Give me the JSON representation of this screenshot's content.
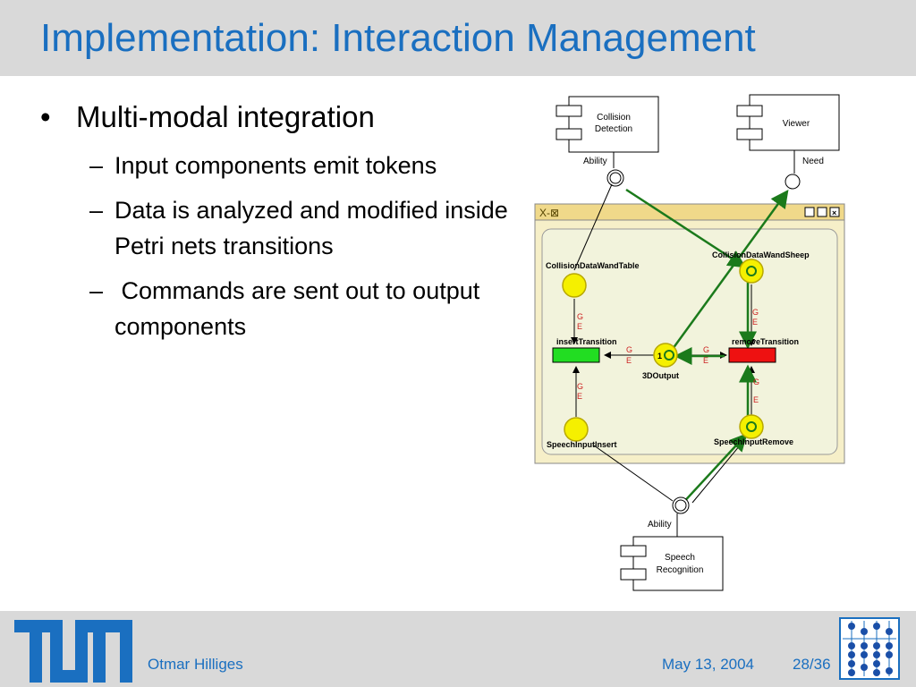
{
  "slide": {
    "title": "Implementation: Interaction Management",
    "bullet": "Multi-modal integration",
    "subbullets": [
      "Input components emit tokens",
      "Data is analyzed and modified inside Petri nets transitions",
      " Commands are sent out to output components"
    ],
    "dash": "–",
    "dot": "•"
  },
  "diagram": {
    "components": {
      "collision": [
        "Collision",
        "Detection"
      ],
      "viewer": "Viewer",
      "speech": [
        "Speech",
        "Recognition"
      ]
    },
    "ports": {
      "collision_ability": "Ability",
      "viewer_need": "Need",
      "speech_ability": "Ability"
    },
    "window_title": "X-⊠",
    "places": {
      "wand_table": "CollisionDataWandTable",
      "wand_sheep": "CollisionDataWandSheep",
      "speech_insert": "SpeechInputInsert",
      "speech_remove": "SpeechInputRemove",
      "output": "3DOutput",
      "output_token": "1"
    },
    "transitions": {
      "insert": "insertTransition",
      "remove": "removeTransition"
    },
    "arc_label_g": "G",
    "arc_label_e": "E",
    "colors": {
      "place_fill": "#f5f000",
      "insert_fill": "#22dd22",
      "remove_fill": "#ee1111",
      "token_arrow": "#1b7a1b",
      "window_bg": "#f0f0dc",
      "arc_label": "#cc2222"
    }
  },
  "footer": {
    "author": "Otmar Hilliges",
    "date": "May 13, 2004",
    "page": "28/36"
  },
  "theme": {
    "accent": "#1a6fc0",
    "band": "#d9d9d9"
  }
}
